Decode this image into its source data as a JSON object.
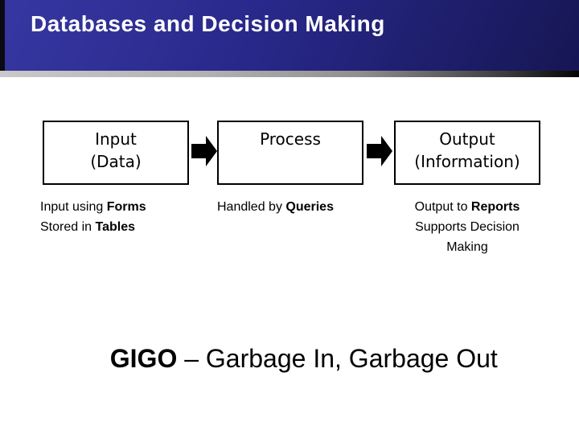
{
  "title": "Databases and Decision Making",
  "flow": {
    "boxes": [
      {
        "line1": "Input",
        "line2": "(Data)"
      },
      {
        "line1": "Process"
      },
      {
        "line1": "Output",
        "line2": "(Information)"
      }
    ],
    "arrow_icon": "right-block-arrow"
  },
  "captions": {
    "input": {
      "line1_pre": "Input using ",
      "line1_bold": "Forms",
      "line2_pre": "Stored in ",
      "line2_bold": "Tables"
    },
    "process": {
      "line1_pre": "Handled by ",
      "line1_bold": "Queries"
    },
    "output": {
      "line1_pre": "Output to ",
      "line1_bold": "Reports",
      "line2": "Supports Decision Making"
    }
  },
  "footer": {
    "acronym": "GIGO",
    "rest": " – Garbage In, Garbage Out"
  },
  "colors": {
    "header_blue_light": "#3737a2",
    "header_blue_mid": "#28288a",
    "header_blue_dark": "#161654",
    "strip_light": "#c9c9c9",
    "strip_dark": "#050505",
    "title_text": "#ffffff",
    "body_text": "#000000",
    "box_border": "#000000",
    "box_fill": "#ffffff",
    "arrow_fill": "#000000"
  }
}
